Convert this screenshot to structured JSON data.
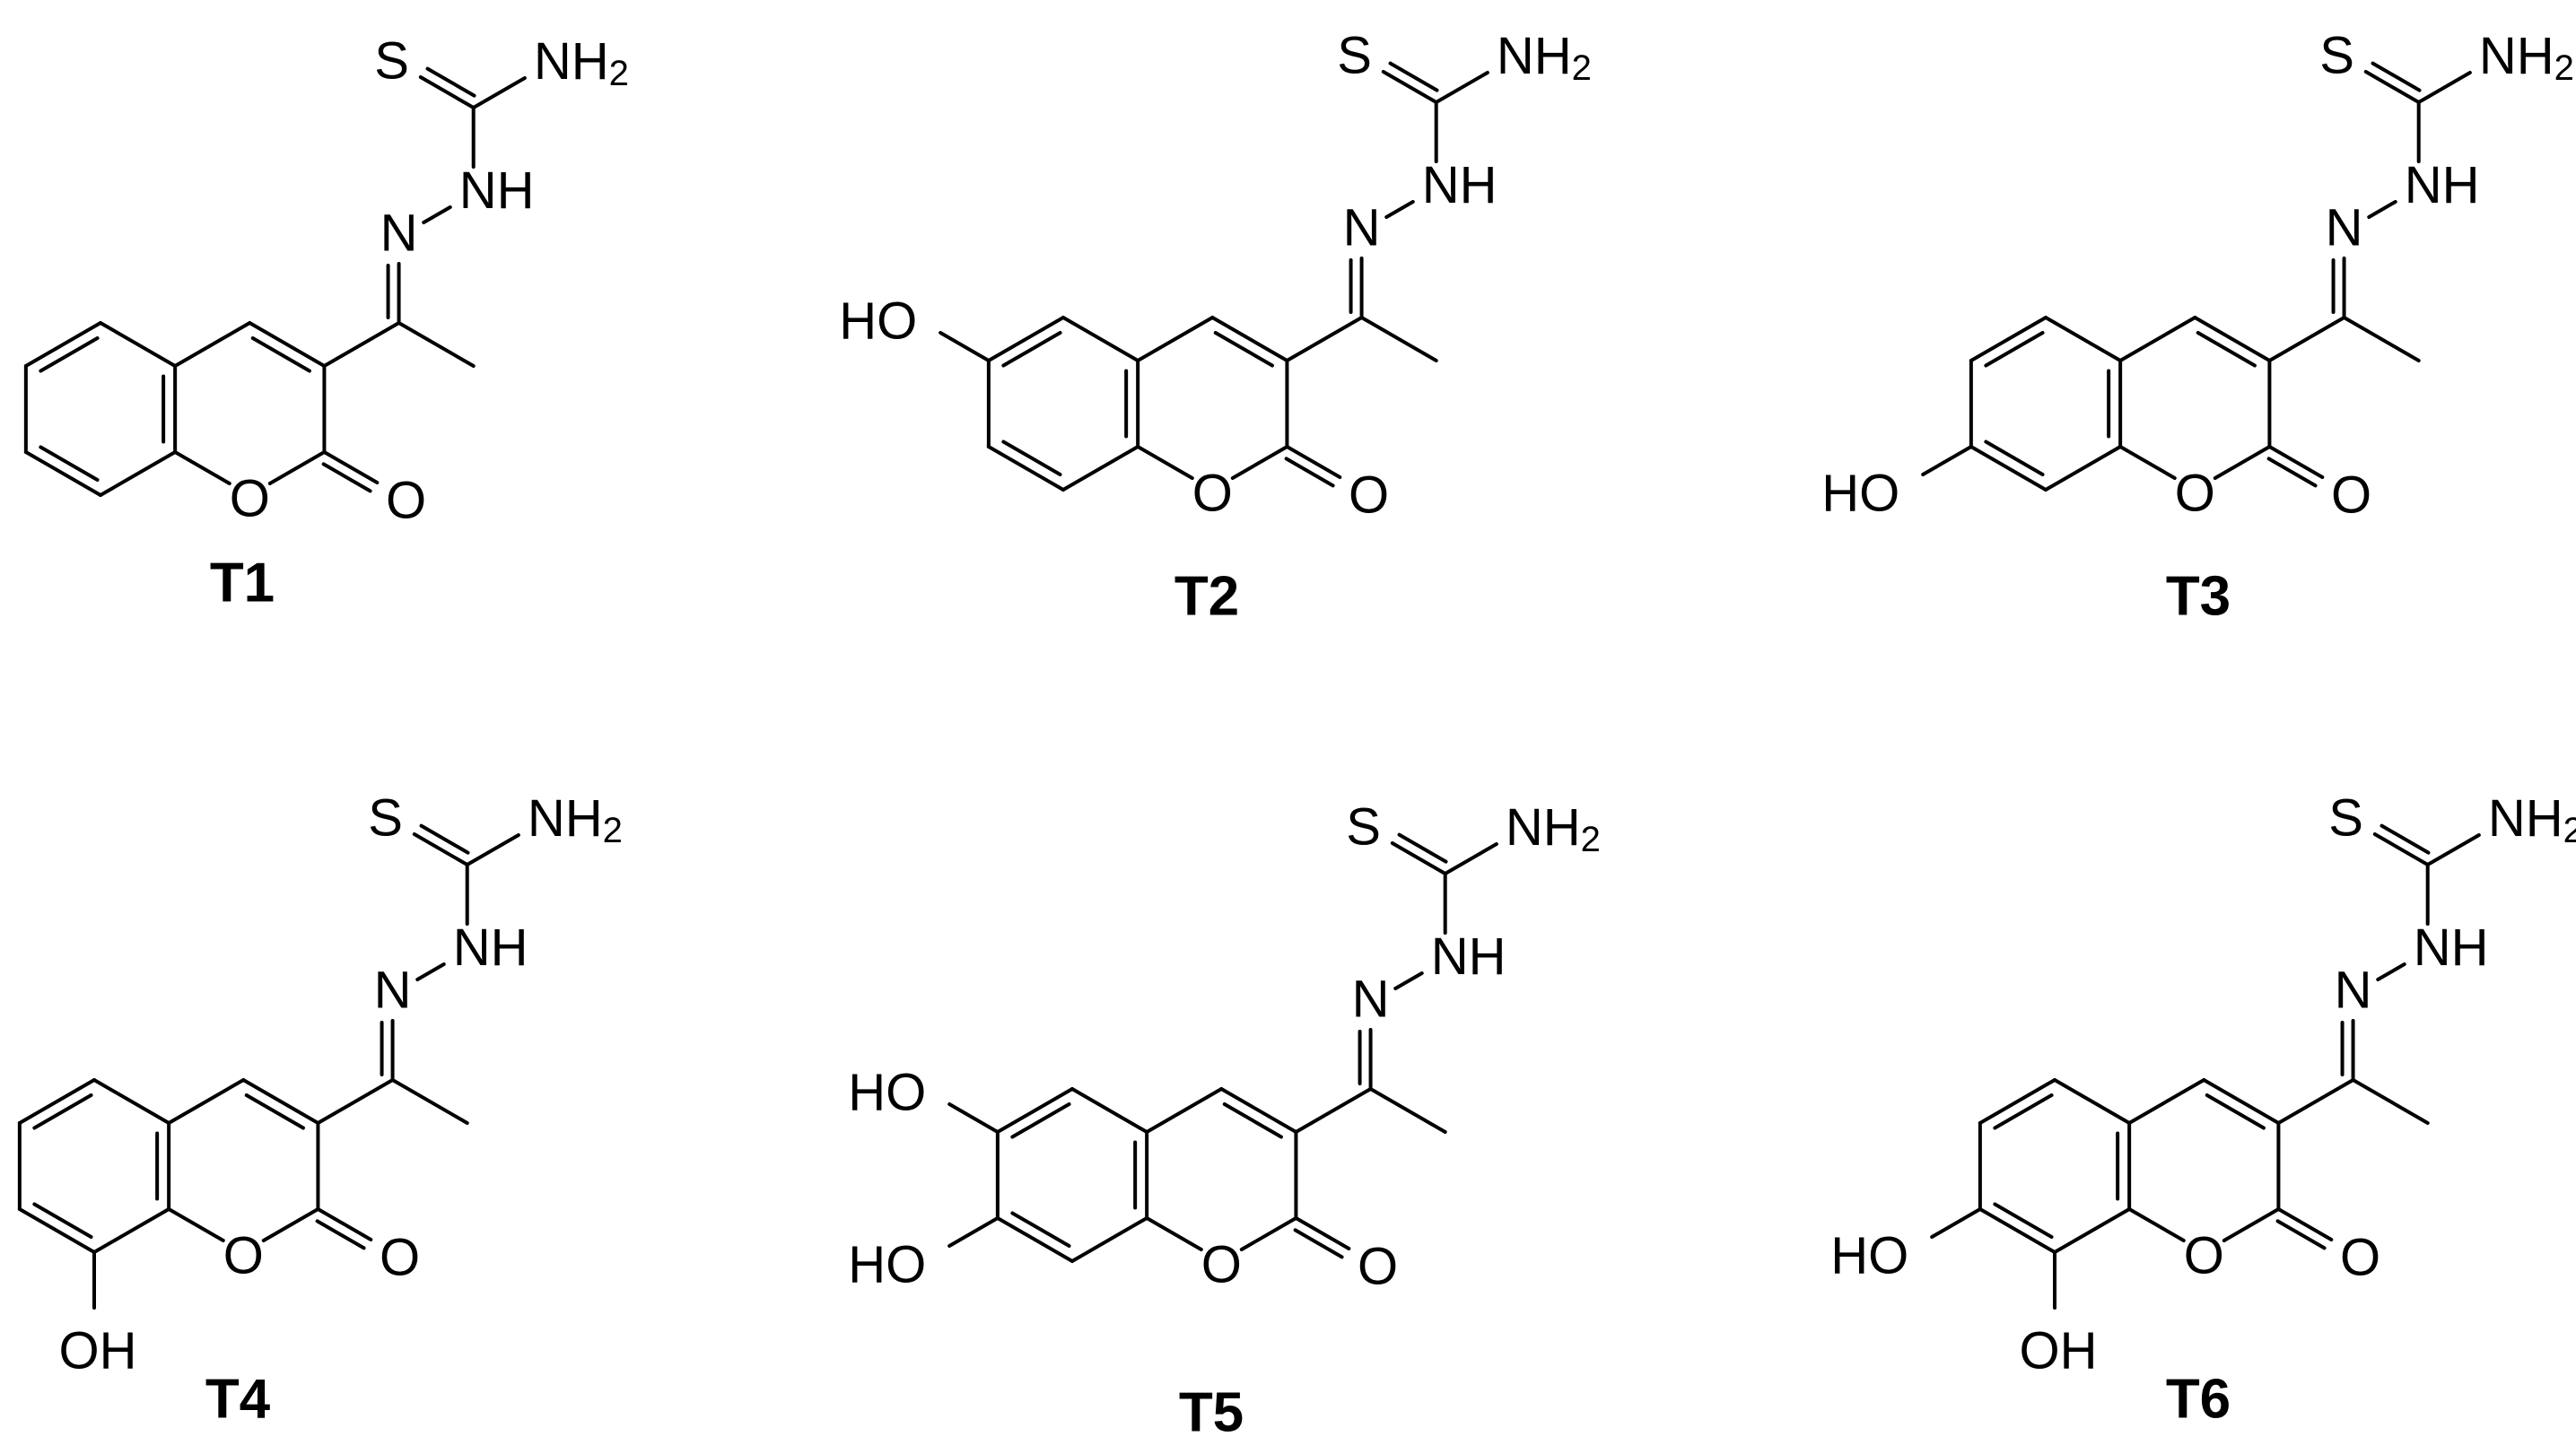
{
  "figure": {
    "compounds": [
      {
        "id": "T1",
        "caption": "T1",
        "substituents": []
      },
      {
        "id": "T2",
        "caption": "T2",
        "substituents": [
          "HO"
        ]
      },
      {
        "id": "T3",
        "caption": "T3",
        "substituents": [
          "HO"
        ]
      },
      {
        "id": "T4",
        "caption": "T4",
        "substituents": [
          "OH"
        ]
      },
      {
        "id": "T5",
        "caption": "T5",
        "substituents": [
          "HO",
          "HO"
        ]
      },
      {
        "id": "T6",
        "caption": "T6",
        "substituents": [
          "HO",
          "OH"
        ]
      }
    ],
    "atom_labels": {
      "sulfur": "S",
      "amine": "NH",
      "amine_sub": "2",
      "imine_n": "N",
      "hydrazine_nh": "NH",
      "ring_o": "O",
      "carbonyl_o": "O"
    }
  }
}
